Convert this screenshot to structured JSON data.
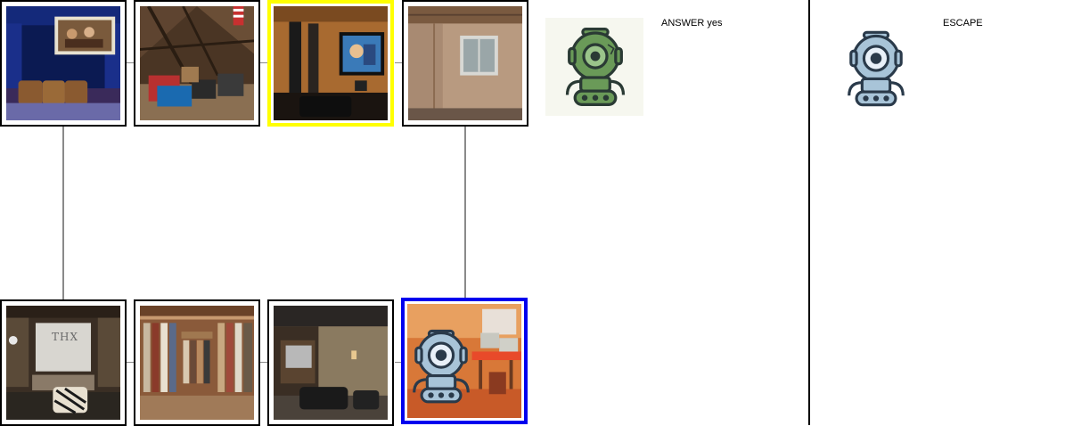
{
  "answer_panel": {
    "label": "ANSWER yes",
    "robot_icon": "green-robot-icon"
  },
  "escape_panel": {
    "label": "ESCAPE",
    "robot_icon": "blue-robot-icon"
  },
  "map": {
    "tiles": [
      {
        "id": "home-theater-blue",
        "room": "home theater",
        "state": "visited"
      },
      {
        "id": "attic-storage",
        "room": "attic",
        "state": "visited"
      },
      {
        "id": "theater-screen",
        "room": "home theater",
        "state": "current"
      },
      {
        "id": "unfinished-room",
        "room": "unfinished room",
        "state": "visited"
      },
      {
        "id": "thx-theater",
        "room": "home theater",
        "state": "visited",
        "sign_text": "THX"
      },
      {
        "id": "walk-in-closet",
        "room": "closet",
        "state": "visited"
      },
      {
        "id": "dark-theater",
        "room": "home theater",
        "state": "visited"
      },
      {
        "id": "computer-room",
        "room": "office",
        "state": "agent"
      }
    ]
  },
  "colors": {
    "current_highlight": "#ffff00",
    "agent_highlight": "#0000ee",
    "connector": "#8a8a8a"
  }
}
